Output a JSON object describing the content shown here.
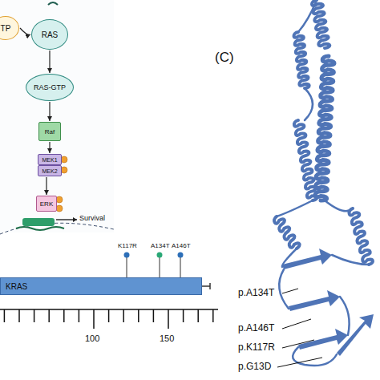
{
  "diagram": {
    "nodes": [
      {
        "text": [
          "TP"
        ]
      },
      {
        "text": [
          "RAS"
        ]
      },
      {
        "text": [
          "RAS-GTP"
        ]
      },
      {
        "text": [
          "Raf"
        ]
      },
      {
        "text": [
          "MEK1"
        ]
      },
      {
        "text": [
          "MEK2"
        ]
      },
      {
        "text": [
          "ERK"
        ]
      },
      {
        "text": [
          "KRAS"
        ]
      }
    ],
    "edges": [
      {
        "from": 0,
        "to": 1,
        "arrow": "to"
      },
      {
        "from": 1,
        "to": 2,
        "arrow": "to"
      },
      {
        "from": 2,
        "to": 3,
        "arrow": "to"
      },
      {
        "from": 3,
        "to": 4,
        "arrow": "to"
      },
      {
        "from": 5,
        "to": 6,
        "arrow": "to"
      }
    ],
    "labels": [
      "Survival",
      "K117R",
      "A134T",
      "A146T",
      "100",
      "150",
      "(C)",
      "p.A134T",
      "p.A146T",
      "p.K117R",
      "p.G13D"
    ]
  }
}
